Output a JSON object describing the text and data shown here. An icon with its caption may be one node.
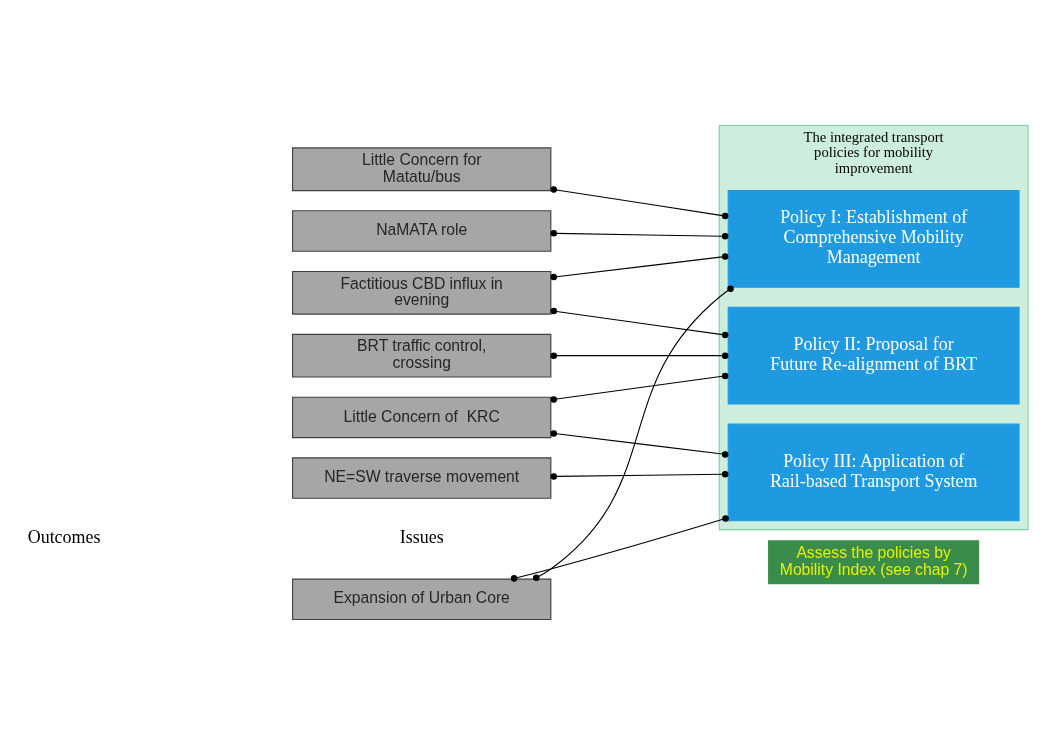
{
  "diagram": {
    "nodes": [
      {
        "text": [
          "Expansion of Urban Core"
        ]
      },
      {
        "text": [
          "NaMATA role"
        ]
      },
      {
        "text": [
          "Little Concern for Matatu/bus"
        ]
      },
      {
        "text": [
          "Factitious CBD influx in evening"
        ]
      },
      {
        "text": [
          "BRT traffic control, crossing"
        ]
      },
      {
        "text": [
          "Little Concern of  KRC"
        ]
      },
      {
        "text": [
          "NE=SW traverse movement"
        ]
      },
      {
        "text": [
          "The integrated transport policies for mobility improvement"
        ]
      },
      {
        "text": [
          "Policy I: Establishment of Comprehensive Mobility Management"
        ],
        "in": 7
      },
      {
        "text": [
          "Policy II: Proposal for Future Re-alignment of BRT"
        ],
        "in": 7
      },
      {
        "text": [
          "Policy III: Application of Rail-based Transport System"
        ],
        "in": 7
      },
      {
        "text": [
          "Assess the policies by Mobility Index (see chap 7)"
        ]
      }
    ],
    "edges": [
      {
        "from": 0,
        "to": 8,
        "arrow": "other"
      },
      {
        "from": 0,
        "to": 10,
        "arrow": "other"
      },
      {
        "from": 1,
        "to": 8,
        "arrow": "other"
      },
      {
        "from": 2,
        "to": 8,
        "arrow": "other"
      },
      {
        "from": 3,
        "to": 8,
        "arrow": "other"
      },
      {
        "from": 3,
        "to": 9,
        "arrow": "other"
      },
      {
        "from": 4,
        "to": 9,
        "arrow": "other"
      },
      {
        "from": 5,
        "to": 9,
        "arrow": "other"
      },
      {
        "from": 5,
        "to": 10,
        "arrow": "other"
      },
      {
        "from": 6,
        "to": 10,
        "arrow": "other"
      }
    ],
    "labels": [
      "Issues",
      "Outcomes"
    ]
  }
}
